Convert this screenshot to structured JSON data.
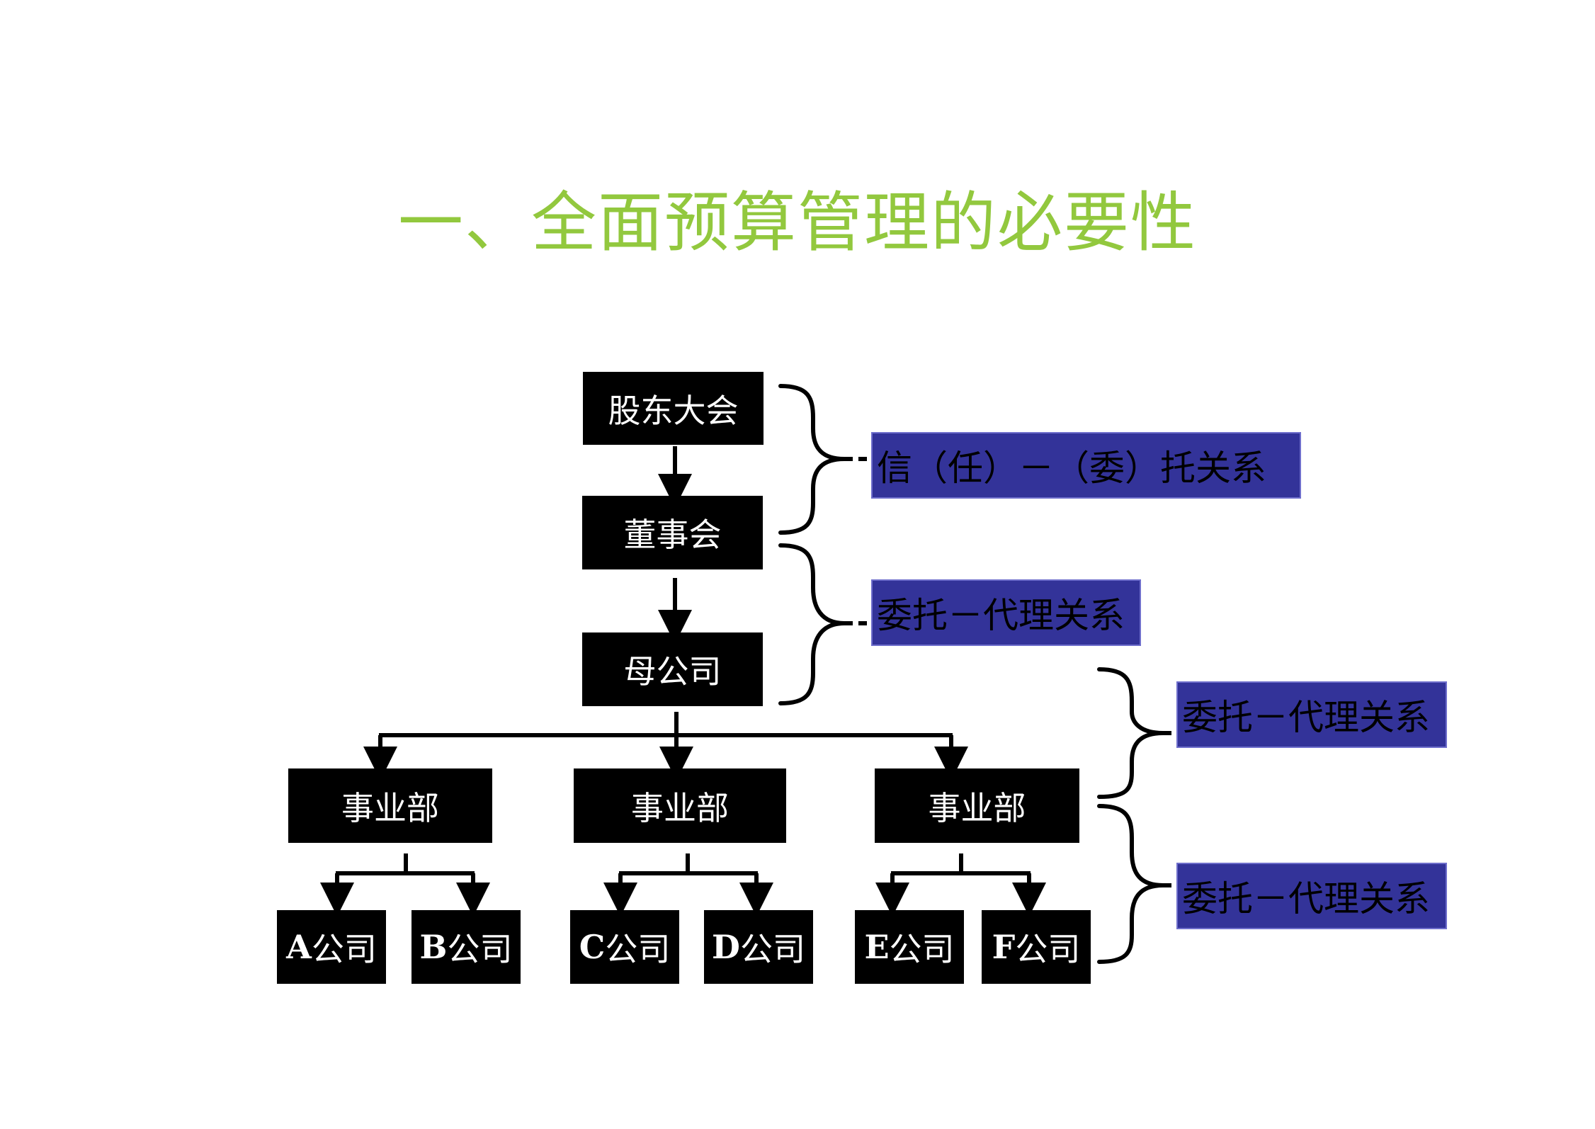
{
  "title": "一、全面预算管理的必要性",
  "nodes": {
    "shareholders": "股东大会",
    "board": "董事会",
    "parent": "母公司",
    "division_1": "事业部",
    "division_2": "事业部",
    "division_3": "事业部",
    "companies": [
      {
        "letter": "A",
        "suffix": "公司"
      },
      {
        "letter": "B",
        "suffix": "公司"
      },
      {
        "letter": "C",
        "suffix": "公司"
      },
      {
        "letter": "D",
        "suffix": "公司"
      },
      {
        "letter": "E",
        "suffix": "公司"
      },
      {
        "letter": "F",
        "suffix": "公司"
      }
    ]
  },
  "relations": [
    "信（任）－（委）托关系",
    "委托－代理关系",
    "委托－代理关系",
    "委托－代理关系"
  ],
  "colors": {
    "title": "#92c83e",
    "node_bg": "#000000",
    "node_text": "#ffffff",
    "relation_bg": "#333399",
    "relation_text": "#000000",
    "line": "#000000"
  }
}
